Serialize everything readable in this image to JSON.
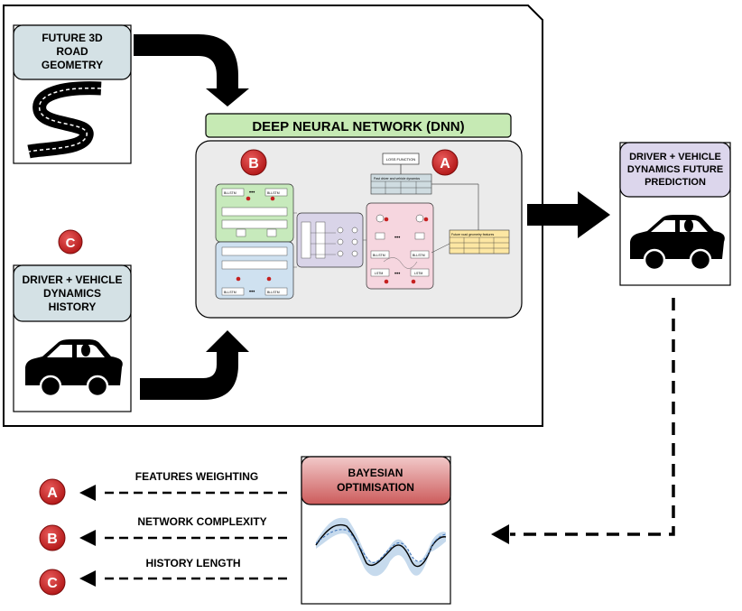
{
  "road_box": {
    "title_lines": [
      "FUTURE 3D",
      "ROAD",
      "GEOMETRY"
    ]
  },
  "history_box": {
    "title_lines": [
      "DRIVER + VEHICLE",
      "DYNAMICS",
      "HISTORY"
    ]
  },
  "prediction_box": {
    "title_lines": [
      "DRIVER + VEHICLE",
      "DYNAMICS FUTURE",
      "PREDICTION"
    ]
  },
  "dnn": {
    "title": "DEEP NEURAL NETWORK (DNN)",
    "loss_label": "LOSS FUNCTION",
    "feature_table_label": "Past driver and vehicle dynamics",
    "summary_label": "Future road geometry features",
    "lstm_label": "Bi-LSTM",
    "lstm_short": "LSTM",
    "dots": "•••"
  },
  "bayes": {
    "title_lines": [
      "BAYESIAN",
      "OPTIMISATION"
    ]
  },
  "markers": {
    "a": "A",
    "b": "B",
    "c": "C"
  },
  "outputs": [
    {
      "marker": "A",
      "label": "FEATURES WEIGHTING"
    },
    {
      "marker": "B",
      "label": "NETWORK COMPLEXITY"
    },
    {
      "marker": "C",
      "label": "HISTORY LENGTH"
    }
  ],
  "colors": {
    "header_blue": "#d4e1e5",
    "dnn_green": "#c6eab4",
    "dnn_panel": "#ebebeb",
    "bayes_red": "#cc5b5b",
    "prediction_purple": "#dcd6ec",
    "marker_red": "#cc1f1f"
  }
}
